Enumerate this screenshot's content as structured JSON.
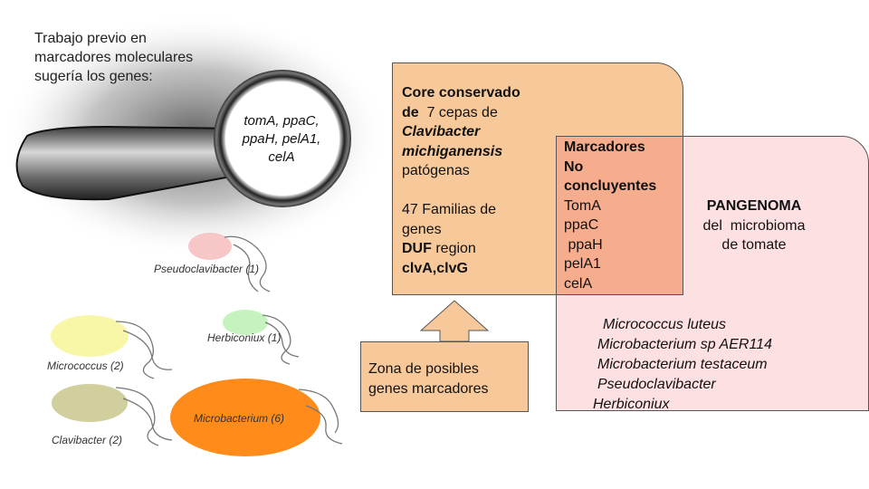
{
  "intro": {
    "lines": [
      "Trabajo previo en",
      "marcadores moleculares",
      "sugería los genes:"
    ]
  },
  "lens": {
    "genes": [
      "tomA, ppaC,",
      "ppaH, pelA1,",
      "celA"
    ]
  },
  "bacteria": [
    {
      "id": "pseudoclavibacter",
      "label": "Pseudoclavibacter (1)",
      "color": "#f7c6c6"
    },
    {
      "id": "micrococcus",
      "label": "Micrococcus (2)",
      "color": "#f8f7a8"
    },
    {
      "id": "herbiconiux",
      "label": "Herbiconiux (1)",
      "color": "#c6f2c0"
    },
    {
      "id": "clavibacter",
      "label": "Clavibacter (2)",
      "color": "#d2cf9f"
    },
    {
      "id": "microbacterium",
      "label": "Microbacterium (6)",
      "color": "#ff8c1a"
    }
  ],
  "core": {
    "title": "Core conservado",
    "de": "de",
    "cepas": "7 cepas de",
    "species1": "Clavibacter",
    "species2": "michiganensis",
    "patogenas": "patógenas",
    "familias1": "47 Familias de",
    "familias2": "genes",
    "duf_bold": "DUF",
    "duf_rest": " region",
    "clv": "clvA,clvG",
    "color": "#f7c99a"
  },
  "markers": {
    "title1": "Marcadores",
    "title2": "No",
    "title3": "concluyentes",
    "genes": [
      "TomA",
      "ppaC",
      " ppaH",
      "pelA1",
      "celA"
    ],
    "color": "#f6ad8d"
  },
  "pangenome": {
    "title": "PANGENOMA",
    "line2": "del  microbioma",
    "line3": "de tomate",
    "species": [
      "Micrococcus luteus",
      "Microbacterium sp AER114",
      "Microbacterium testaceum",
      "Pseudoclavibacter",
      "Herbiconiux"
    ],
    "color": "#fde0e2"
  },
  "zone": {
    "line1": "Zona de posibles",
    "line2": "genes marcadores",
    "color": "#f7c99a"
  }
}
